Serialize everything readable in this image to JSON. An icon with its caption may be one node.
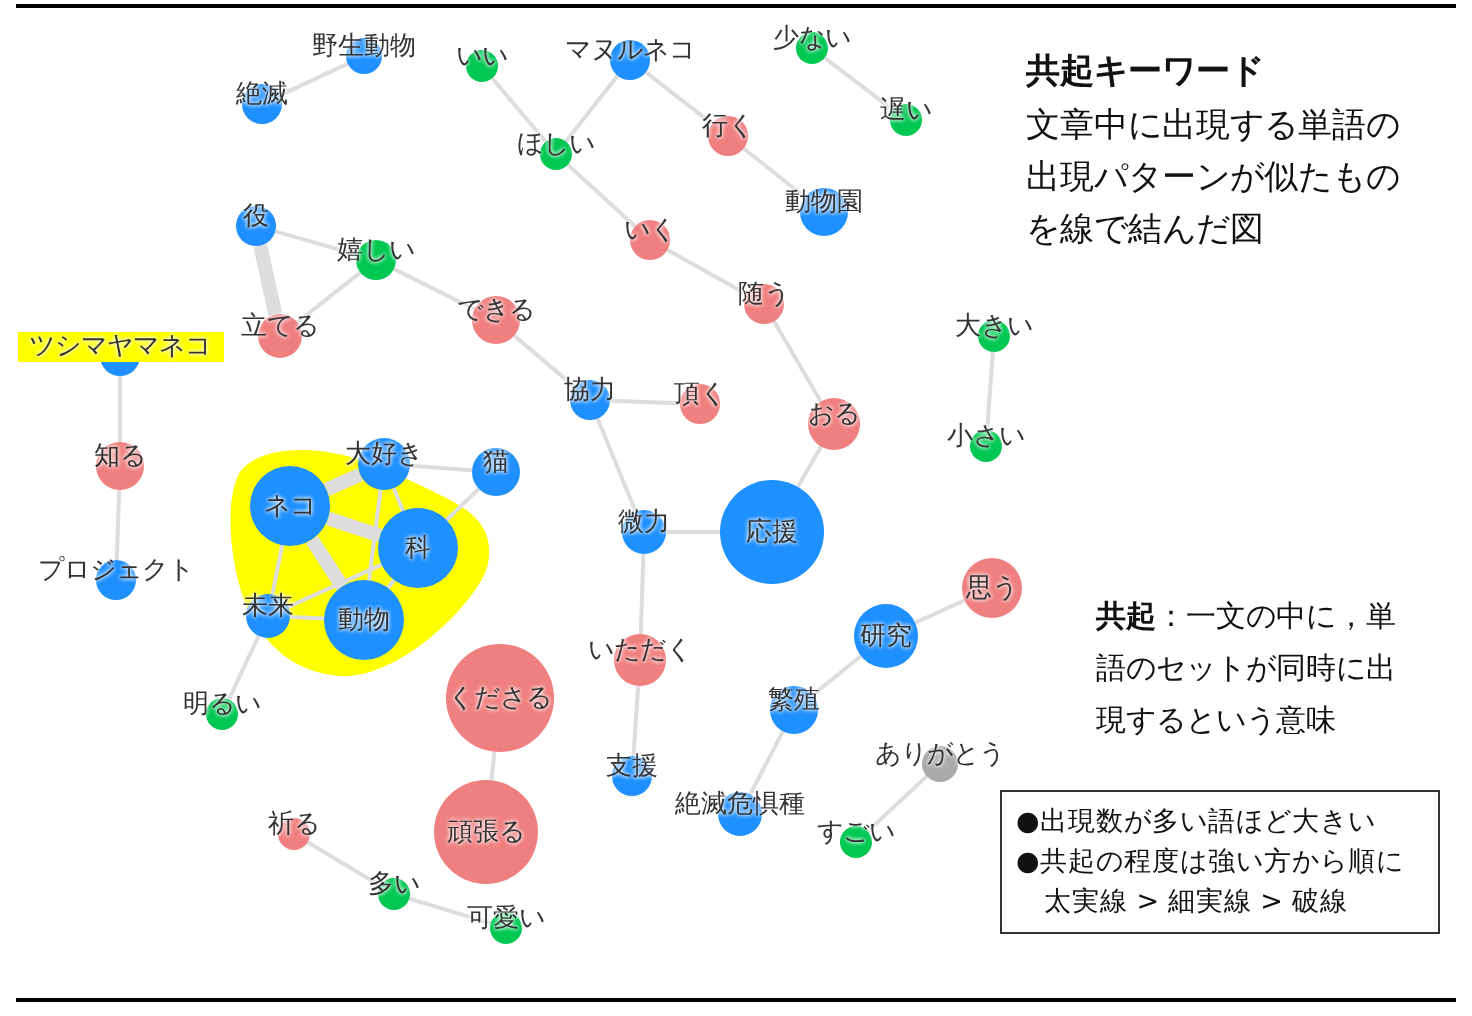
{
  "diagram": {
    "title": "共起キーワード",
    "caption": "文章中に出現する単語の出現パターンが似たものを線で結んだ図",
    "nodes": [
      {
        "text": [
          "野生動物"
        ]
      },
      {
        "text": [
          "絶滅"
        ]
      },
      {
        "text": [
          "いい"
        ]
      },
      {
        "text": [
          "マヌルネコ"
        ]
      },
      {
        "text": [
          "少ない"
        ]
      },
      {
        "text": [
          "遅い"
        ]
      },
      {
        "text": [
          "ほしい"
        ]
      },
      {
        "text": [
          "行く"
        ]
      },
      {
        "text": [
          "動物園"
        ]
      },
      {
        "text": [
          "役"
        ]
      },
      {
        "text": [
          "嬉しい"
        ]
      },
      {
        "text": [
          "いく"
        ]
      },
      {
        "text": [
          "できる"
        ]
      },
      {
        "text": [
          "立てる"
        ]
      },
      {
        "text": [
          "ツシマヤマネコ"
        ]
      },
      {
        "text": [
          "随う"
        ]
      },
      {
        "text": [
          "大きい"
        ]
      },
      {
        "text": [
          "協力"
        ]
      },
      {
        "text": [
          "頂く"
        ]
      },
      {
        "text": [
          "おる"
        ]
      },
      {
        "text": [
          "小さい"
        ]
      },
      {
        "text": [
          "知る"
        ]
      },
      {
        "text": [
          "大好き"
        ]
      },
      {
        "text": [
          "猫"
        ]
      },
      {
        "text": [
          "ネコ"
        ]
      },
      {
        "text": [
          "微力"
        ]
      },
      {
        "text": [
          "応援"
        ]
      },
      {
        "text": [
          "科"
        ]
      },
      {
        "text": [
          "プロジェクト"
        ]
      },
      {
        "text": [
          "思う"
        ]
      },
      {
        "text": [
          "未来"
        ]
      },
      {
        "text": [
          "動物"
        ]
      },
      {
        "text": [
          "研究"
        ]
      },
      {
        "text": [
          "いただく"
        ]
      },
      {
        "text": [
          "くださる"
        ]
      },
      {
        "text": [
          "明るい"
        ]
      },
      {
        "text": [
          "繁殖"
        ]
      },
      {
        "text": [
          "ありがとう"
        ]
      },
      {
        "text": [
          "支援"
        ]
      },
      {
        "text": [
          "頑張る"
        ]
      },
      {
        "text": [
          "絶滅危惧種"
        ]
      },
      {
        "text": [
          "すごい"
        ]
      },
      {
        "text": [
          "祈る"
        ]
      },
      {
        "text": [
          "多い"
        ]
      },
      {
        "text": [
          "可愛い"
        ]
      }
    ],
    "edges": [
      {
        "from": 0,
        "to": 1,
        "arrow": "none"
      },
      {
        "from": 2,
        "to": 6,
        "arrow": "none"
      },
      {
        "from": 3,
        "to": 6,
        "arrow": "none"
      },
      {
        "from": 3,
        "to": 7,
        "arrow": "none"
      },
      {
        "from": 7,
        "to": 8,
        "arrow": "none"
      },
      {
        "from": 4,
        "to": 5,
        "arrow": "none"
      },
      {
        "from": 6,
        "to": 11,
        "arrow": "none"
      },
      {
        "from": 11,
        "to": 15,
        "arrow": "none"
      },
      {
        "from": 9,
        "to": 10,
        "arrow": "none"
      },
      {
        "from": 9,
        "to": 13,
        "arrow": "none",
        "style": "thick"
      },
      {
        "from": 10,
        "to": 13,
        "arrow": "none"
      },
      {
        "from": 10,
        "to": 12,
        "arrow": "none"
      },
      {
        "from": 12,
        "to": 17,
        "arrow": "none"
      },
      {
        "from": 17,
        "to": 18,
        "arrow": "none"
      },
      {
        "from": 17,
        "to": 25,
        "arrow": "none"
      },
      {
        "from": 15,
        "to": 19,
        "arrow": "none"
      },
      {
        "from": 19,
        "to": 26,
        "arrow": "none"
      },
      {
        "from": 16,
        "to": 20,
        "arrow": "none"
      },
      {
        "from": 14,
        "to": 21,
        "arrow": "none"
      },
      {
        "from": 21,
        "to": 28,
        "arrow": "none"
      },
      {
        "from": 22,
        "to": 23,
        "arrow": "none"
      },
      {
        "from": 22,
        "to": 24,
        "arrow": "none",
        "style": "thick"
      },
      {
        "from": 22,
        "to": 27,
        "arrow": "none"
      },
      {
        "from": 22,
        "to": 31,
        "arrow": "none"
      },
      {
        "from": 23,
        "to": 27,
        "arrow": "none"
      },
      {
        "from": 24,
        "to": 27,
        "arrow": "none",
        "style": "thick"
      },
      {
        "from": 24,
        "to": 30,
        "arrow": "none"
      },
      {
        "from": 24,
        "to": 31,
        "arrow": "none",
        "style": "thick"
      },
      {
        "from": 27,
        "to": 30,
        "arrow": "none"
      },
      {
        "from": 30,
        "to": 31,
        "arrow": "none"
      },
      {
        "from": 27,
        "to": 31,
        "arrow": "none"
      },
      {
        "from": 30,
        "to": 35,
        "arrow": "none"
      },
      {
        "from": 25,
        "to": 26,
        "arrow": "none"
      },
      {
        "from": 25,
        "to": 33,
        "arrow": "none"
      },
      {
        "from": 33,
        "to": 38,
        "arrow": "none"
      },
      {
        "from": 34,
        "to": 39,
        "arrow": "none"
      },
      {
        "from": 29,
        "to": 32,
        "arrow": "none"
      },
      {
        "from": 32,
        "to": 36,
        "arrow": "none"
      },
      {
        "from": 36,
        "to": 40,
        "arrow": "none"
      },
      {
        "from": 37,
        "to": 41,
        "arrow": "none"
      },
      {
        "from": 42,
        "to": 43,
        "arrow": "none"
      },
      {
        "from": 43,
        "to": 44,
        "arrow": "none"
      }
    ],
    "labels": [
      "**共起**：一文の中に，単語のセットが同時に出現するという意味",
      "●出現数が多い語ほど大きい",
      "●共起の程度は強い方から順に太実線 > 細実線 > 破線"
    ]
  }
}
